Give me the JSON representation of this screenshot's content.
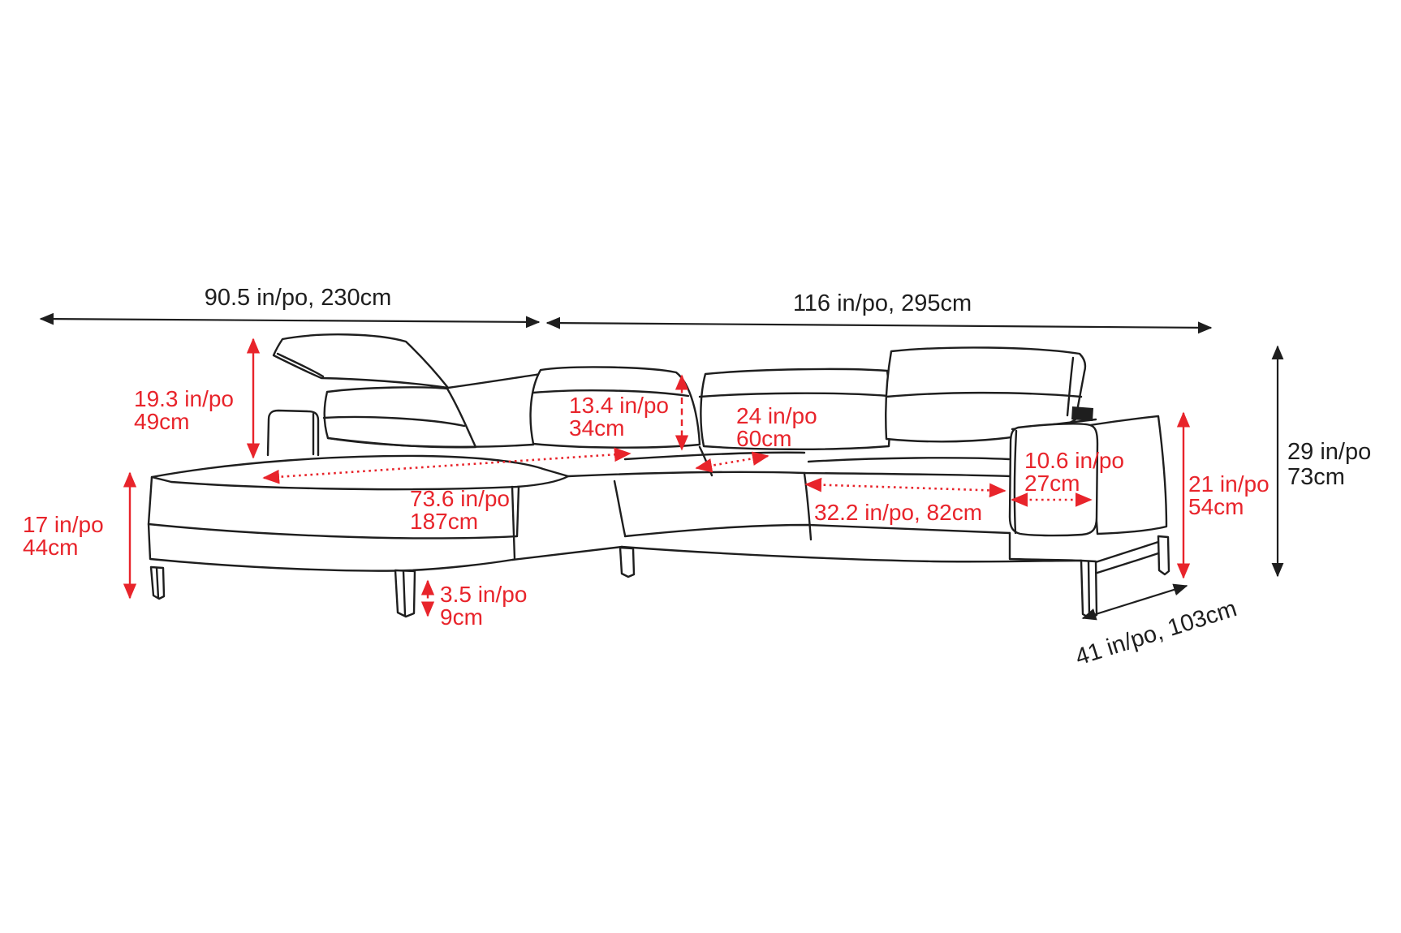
{
  "diagram": {
    "kind": "sectional-sofa-dimensions-diagram",
    "colors": {
      "dimension_red": "#e8242b",
      "line_black": "#1e1e1e",
      "background": "#ffffff"
    },
    "dimensions": {
      "chaise_side_width": {
        "text": "90.5 in/po, 230cm"
      },
      "sofa_side_length": {
        "text": "116 in/po, 295cm"
      },
      "headrest_height": {
        "line1": "19.3 in/po",
        "line2": "49cm"
      },
      "seat_height": {
        "line1": "17 in/po",
        "line2": "44cm"
      },
      "chaise_depth": {
        "line1": "73.6 in/po",
        "line2": "187cm"
      },
      "leg_height": {
        "line1": "3.5 in/po",
        "line2": "9cm"
      },
      "backrest_height": {
        "line1": "13.4 in/po",
        "line2": "34cm"
      },
      "seat_depth": {
        "line1": "24 in/po",
        "line2": "60cm"
      },
      "seat_cushion_width": {
        "text": "32.2 in/po, 82cm"
      },
      "armrest_width": {
        "line1": "10.6 in/po",
        "line2": "27cm"
      },
      "armrest_height": {
        "line1": "21 in/po",
        "line2": "54cm"
      },
      "overall_height": {
        "line1": "29 in/po",
        "line2": "73cm"
      },
      "overall_depth": {
        "text": "41 in/po, 103cm"
      }
    }
  }
}
